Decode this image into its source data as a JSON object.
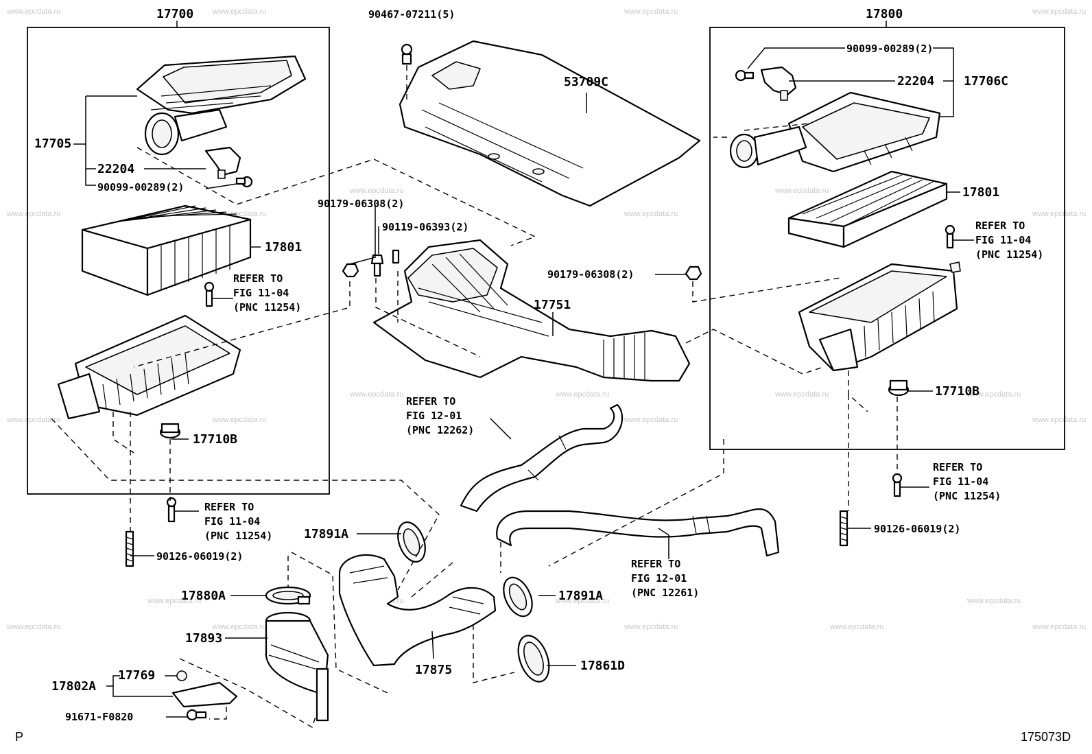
{
  "watermark": "www.epcdata.ru",
  "corner_left": "P",
  "corner_right": "175073D",
  "labels": {
    "assy_left": "17700",
    "assy_right": "17800",
    "bolt_top": "90467-07211(5)",
    "cover": "53709C",
    "cap_left": "17705",
    "sensor_left": "22204",
    "screw_left": "90099-00289(2)",
    "filter_left": "17801",
    "screw_right": "90099-00289(2)",
    "sensor_right": "22204",
    "cap_right": "17706C",
    "filter_right": "17801",
    "nut_mid": "90179-06308(2)",
    "bolt_mid": "90119-06393(2)",
    "intake_duct": "17751",
    "nut_right": "90179-06308(2)",
    "grommet_left": "17710B",
    "grommet_right": "17710B",
    "stud_left": "90126-06019(2)",
    "stud_right": "90126-06019(2)",
    "clamp_a_left": "17891A",
    "clamp_a_right": "17891A",
    "clamp_880": "17880A",
    "resonator": "17893",
    "bracket": "17802A",
    "cushion": "17769",
    "bolt_bottom": "91671-F0820",
    "hose_y": "17875",
    "clamp_861": "17861D"
  },
  "refs": {
    "r1": [
      "REFER TO",
      "FIG 11-04",
      "(PNC 11254)"
    ],
    "r2": [
      "REFER TO",
      "FIG 11-04",
      "(PNC 11254)"
    ],
    "r3": [
      "REFER TO",
      "FIG 11-04",
      "(PNC 11254)"
    ],
    "r4": [
      "REFER TO",
      "FIG 11-04",
      "(PNC 11254)"
    ],
    "r5": [
      "REFER TO",
      "FIG 12-01",
      "(PNC 12262)"
    ],
    "r6": [
      "REFER TO",
      "FIG 12-01",
      "(PNC 12261)"
    ]
  }
}
